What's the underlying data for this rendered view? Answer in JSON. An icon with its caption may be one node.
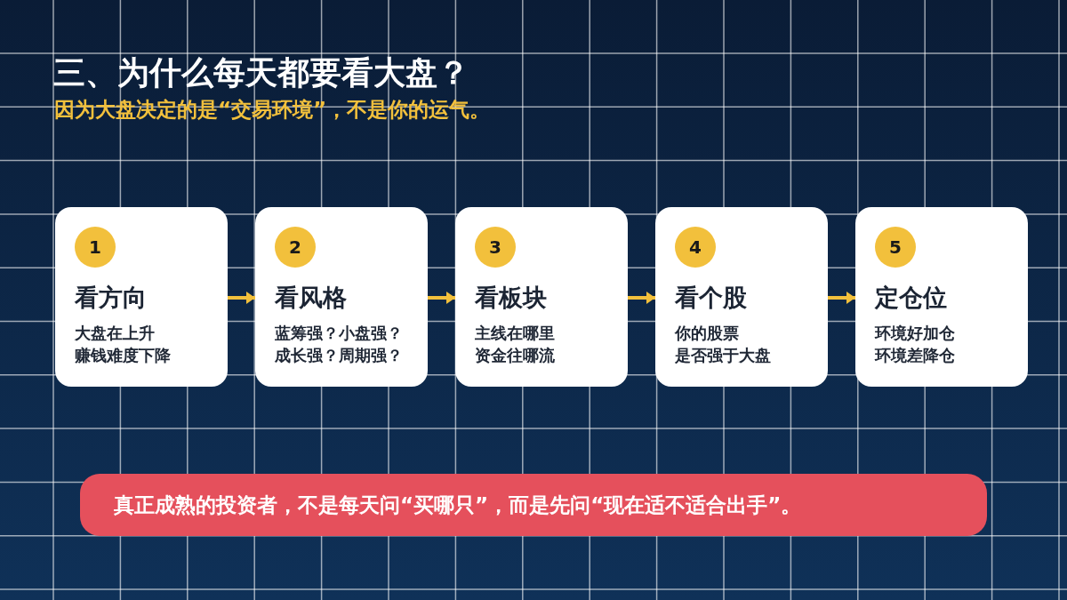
{
  "diagram": {
    "title": "三、为什么每天都要看大盘？",
    "nodes": [
      {
        "text": [
          "看方向",
          "大盘在上升",
          "赚钱难度下降"
        ]
      },
      {
        "text": [
          "1"
        ],
        "in": 0
      },
      {
        "text": [
          "看风格",
          "蓝筹强？小盘强？",
          "成长强？周期强？"
        ]
      },
      {
        "text": [
          "2"
        ],
        "in": 2
      },
      {
        "text": [
          "看板块",
          "主线在哪里",
          "资金往哪流"
        ]
      },
      {
        "text": [
          "3"
        ],
        "in": 4
      },
      {
        "text": [
          "看个股",
          "你的股票",
          "是否强于大盘"
        ]
      },
      {
        "text": [
          "4"
        ],
        "in": 6
      },
      {
        "text": [
          "定仓位",
          "环境好加仓",
          "环境差降仓"
        ]
      },
      {
        "text": [
          "5"
        ],
        "in": 8
      },
      {
        "text": [
          "真正成熟的投资者，不是每天问“买哪只”，而是先问“现在适不适合出手”。"
        ]
      }
    ],
    "edges": [
      {
        "from": 0,
        "to": 2,
        "arrow": "to"
      },
      {
        "from": 2,
        "to": 4,
        "arrow": "to"
      },
      {
        "from": 4,
        "to": 6,
        "arrow": "to"
      },
      {
        "from": 6,
        "to": 8,
        "arrow": "to"
      }
    ],
    "labels": [
      "因为大盘决定的是“交易环境”，不是你的运气。"
    ]
  }
}
